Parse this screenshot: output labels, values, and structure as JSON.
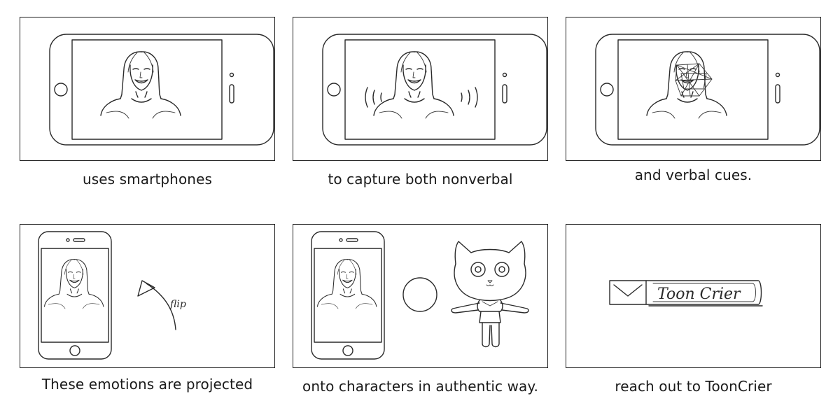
{
  "panels": [
    {
      "caption": "uses smartphones"
    },
    {
      "caption": "to capture both nonverbal"
    },
    {
      "caption": "and verbal cues."
    },
    {
      "caption": "These emotions are projected",
      "sketch_label": "flip"
    },
    {
      "caption": "onto characters in authentic way."
    },
    {
      "caption": "reach out to ToonCrier",
      "sketch_label": "Toon Crier"
    }
  ]
}
